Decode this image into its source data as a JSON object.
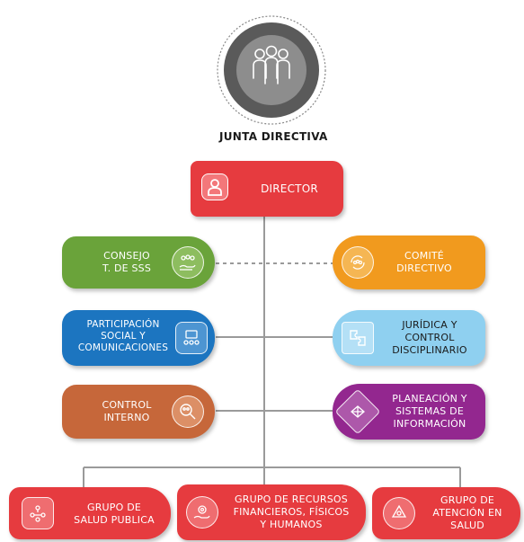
{
  "board": {
    "title": "JUNTA DIRECTIVA"
  },
  "director": {
    "label": "DIRECTOR",
    "color": "#e63b3f"
  },
  "left_nodes": [
    {
      "id": "consejo",
      "lines": [
        "CONSEJO",
        "T. DE SSS"
      ],
      "color": "#6aa33a",
      "icon": "hand-people-icon"
    },
    {
      "id": "participacion",
      "lines": [
        "PARTICIPACIÓN",
        "SOCIAL Y",
        "COMUNICACIONES"
      ],
      "color": "#1c75c0",
      "icon": "meeting-icon"
    },
    {
      "id": "control",
      "lines": [
        "CONTROL",
        "INTERNO"
      ],
      "color": "#c6673a",
      "icon": "search-people-icon"
    }
  ],
  "right_nodes": [
    {
      "id": "comite",
      "lines": [
        "COMITÉ",
        "DIRECTIVO"
      ],
      "color": "#f19a1e",
      "icon": "refresh-group-icon"
    },
    {
      "id": "juridica",
      "lines": [
        "JURÍDICA Y",
        "CONTROL",
        "DISCIPLINARIO"
      ],
      "color": "#8fd0f0",
      "icon": "puzzle-icon"
    },
    {
      "id": "planeacion",
      "lines": [
        "PLANEACIÓN Y",
        "SISTEMAS DE",
        "INFORMACIÓN"
      ],
      "color": "#93278f",
      "icon": "network-hands-icon"
    }
  ],
  "bottom_nodes": [
    {
      "id": "salud",
      "lines": [
        "GRUPO DE",
        "SALUD PUBLICA"
      ],
      "color": "#e63b3f",
      "icon": "people-network-icon"
    },
    {
      "id": "recursos",
      "lines": [
        "GRUPO DE RECURSOS",
        "FINANCIEROS, FÍSICOS",
        "Y HUMANOS"
      ],
      "color": "#e63b3f",
      "icon": "hand-gear-icon"
    },
    {
      "id": "atencion",
      "lines": [
        "GRUPO DE",
        "ATENCIÓN EN",
        "SALUD"
      ],
      "color": "#e63b3f",
      "icon": "care-cycle-icon"
    }
  ],
  "colors": {
    "connector": "#9a9a9a",
    "board_ring": "#5a5a5a",
    "board_inner": "#8d8d8d"
  }
}
